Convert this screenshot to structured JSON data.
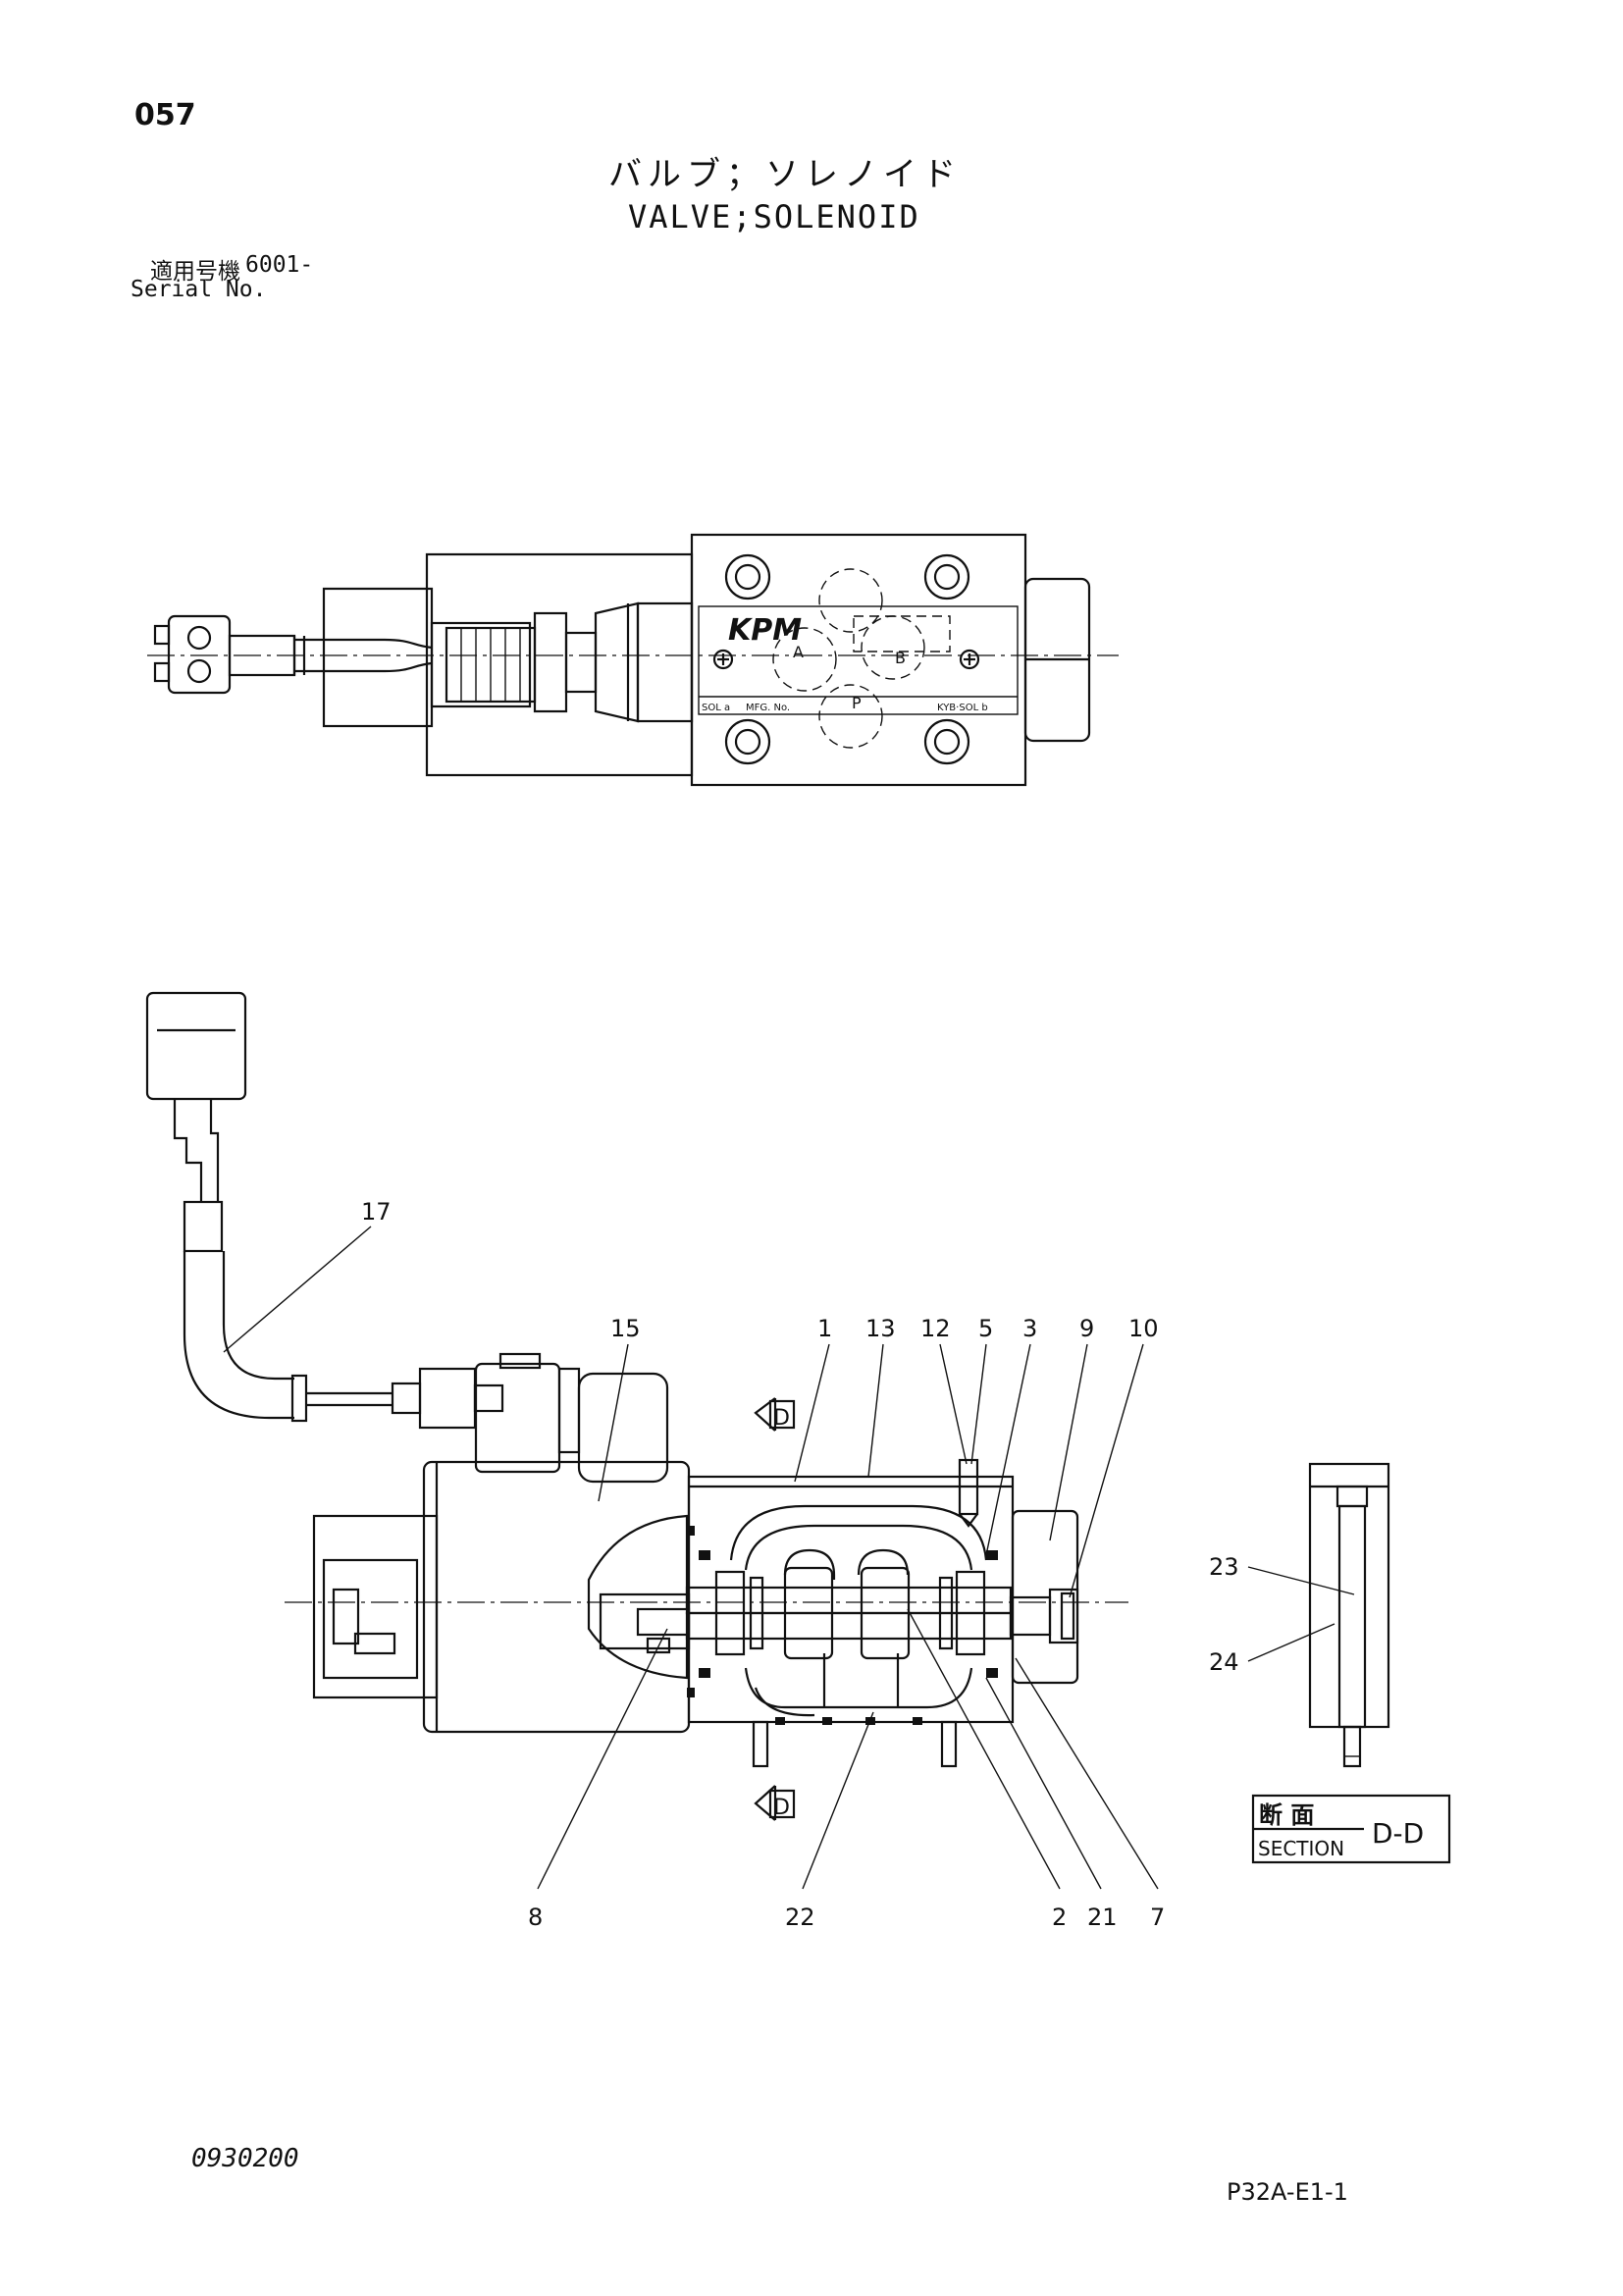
{
  "header": {
    "page_number": "057",
    "title_ja": "バルブ；ソレノイド",
    "title_en": "VALVE;SOLENOID",
    "serial_label_ja": "適用号機",
    "serial_value": "6001-",
    "serial_label_en": "Serial No."
  },
  "top_view": {
    "brand": "KPM",
    "port_a": "A",
    "port_b": "B",
    "port_p": "P",
    "plate_sol_a": "SOL a",
    "plate_mfg": "MFG. No.",
    "plate_right": "KYB·SOL b"
  },
  "callouts": [
    "17",
    "15",
    "1",
    "13",
    "12",
    "5",
    "3",
    "9",
    "10",
    "23",
    "24",
    "8",
    "22",
    "2",
    "21",
    "7"
  ],
  "section": {
    "marker": "D",
    "label_ja": "断 面",
    "label_en": "SECTION",
    "id": "D-D"
  },
  "footer": {
    "doc_code": "0930200",
    "sheet_code": "P32A-E1-1"
  }
}
